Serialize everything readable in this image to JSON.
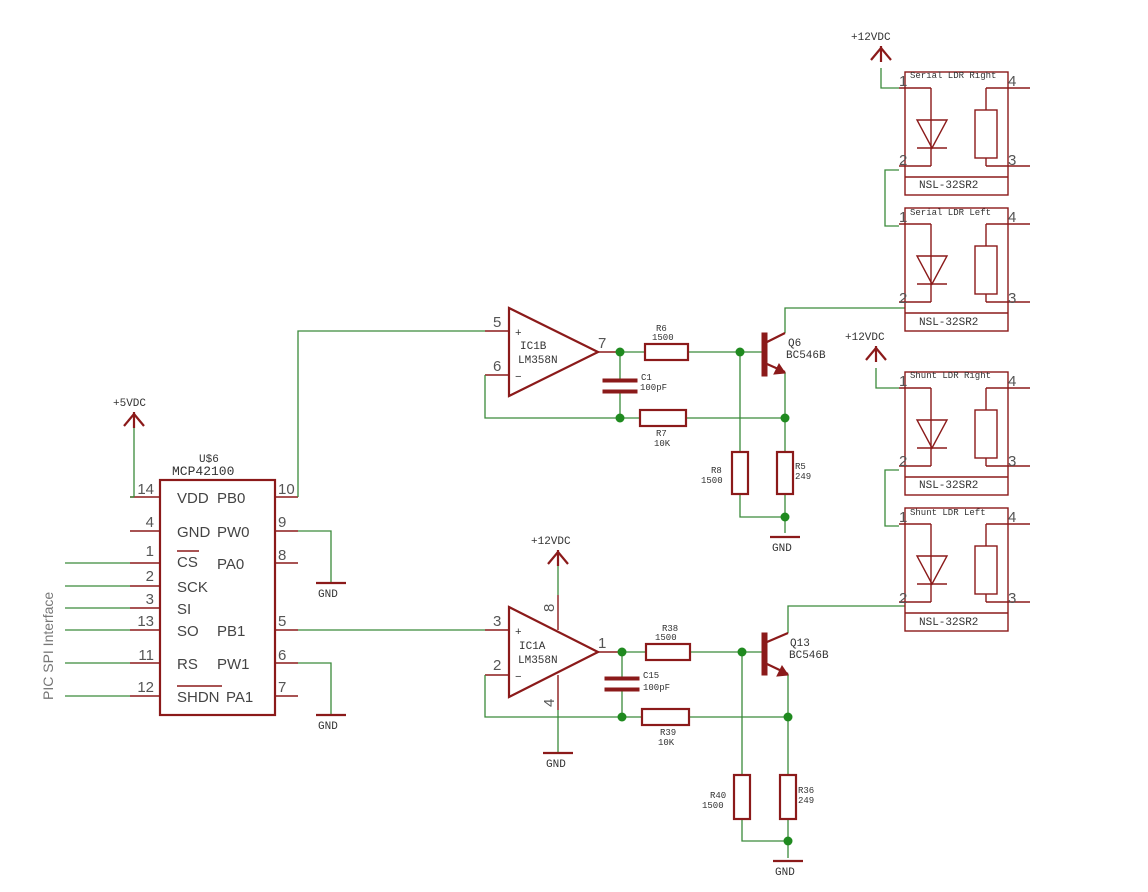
{
  "colors": {
    "part": "#8b1a1a",
    "wire": "#3a8a3a",
    "junction": "#1f8a1f",
    "text": "#333333"
  },
  "labels": {
    "pic_spi": "PIC SPI Interface",
    "u6_name": "U$6",
    "u6_value": "MCP42100",
    "supply_5v": "+5VDC",
    "supply_12v": "+12VDC",
    "gnd": "GND"
  },
  "mcp_pins": {
    "left_nums": [
      "14",
      "4",
      "1",
      "2",
      "3",
      "13",
      "11",
      "12"
    ],
    "left_names": [
      "VDD",
      "GND",
      "CS",
      "SCK",
      "SI",
      "SO",
      "RS",
      "SHDN"
    ],
    "right_nums": [
      "10",
      "9",
      "8",
      "5",
      "6",
      "7"
    ],
    "right_names": [
      "PB0",
      "PW0",
      "PA0",
      "PB1",
      "PW1",
      "PA1"
    ]
  },
  "opamps": {
    "ic1b": {
      "name": "IC1B",
      "value": "LM358N",
      "pin_plus": "5",
      "pin_minus": "6",
      "pin_out": "7"
    },
    "ic1a": {
      "name": "IC1A",
      "value": "LM358N",
      "pin_plus": "3",
      "pin_minus": "2",
      "pin_out": "1",
      "pin_vplus": "8",
      "pin_vminus": "4"
    }
  },
  "plus_sign": "+",
  "minus_sign": "−",
  "components": {
    "r6": {
      "name": "R6",
      "value": "1500"
    },
    "r7": {
      "name": "R7",
      "value": "10K"
    },
    "c1": {
      "name": "C1",
      "value": "100pF"
    },
    "r8": {
      "name": "R8",
      "value": "1500"
    },
    "r5": {
      "name": "R5",
      "value": "249"
    },
    "q6": {
      "name": "Q6",
      "value": "BC546B"
    },
    "r38": {
      "name": "R38",
      "value": "1500"
    },
    "r39": {
      "name": "R39",
      "value": "10K"
    },
    "c15": {
      "name": "C15",
      "value": "100pF"
    },
    "r40": {
      "name": "R40",
      "value": "1500"
    },
    "r36": {
      "name": "R36",
      "value": "249"
    },
    "q13": {
      "name": "Q13",
      "value": "BC546B"
    }
  },
  "ldrs": [
    {
      "name": "Serial LDR Right",
      "value": "NSL-32SR2",
      "pins": [
        "1",
        "2",
        "3",
        "4"
      ]
    },
    {
      "name": "Serial LDR Left",
      "value": "NSL-32SR2",
      "pins": [
        "1",
        "2",
        "3",
        "4"
      ]
    },
    {
      "name": "Shunt LDR Right",
      "value": "NSL-32SR2",
      "pins": [
        "1",
        "2",
        "3",
        "4"
      ]
    },
    {
      "name": "Shunt LDR Left",
      "value": "NSL-32SR2",
      "pins": [
        "1",
        "2",
        "3",
        "4"
      ]
    }
  ]
}
